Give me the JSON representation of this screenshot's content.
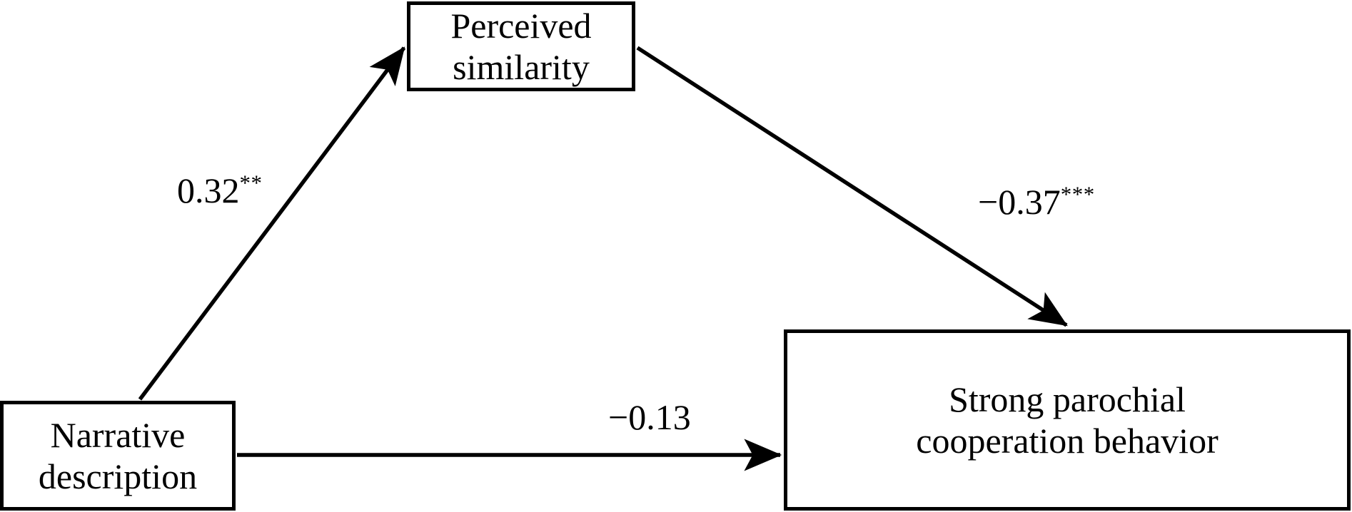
{
  "figure": {
    "type": "path-diagram",
    "background_color": "#ffffff",
    "stroke_color": "#000000",
    "nodes": [
      {
        "id": "mediator",
        "lines": [
          "Perceived",
          "similarity"
        ],
        "line1": "Perceived",
        "line2": "similarity"
      },
      {
        "id": "predictor",
        "lines": [
          "Narrative",
          "description"
        ],
        "line1": "Narrative",
        "line2": "description"
      },
      {
        "id": "outcome",
        "lines": [
          "Strong parochial",
          "cooperation behavior"
        ],
        "line1": "Strong parochial",
        "line2": "cooperation behavior"
      }
    ],
    "edges": [
      {
        "id": "a-path",
        "from": "predictor",
        "to": "mediator",
        "coefficient": "0.32",
        "significance": "**",
        "full_label": "0.32**"
      },
      {
        "id": "b-path",
        "from": "mediator",
        "to": "outcome",
        "coefficient": "−0.37",
        "significance": "***",
        "full_label": "−0.37***"
      },
      {
        "id": "c-path",
        "from": "predictor",
        "to": "outcome",
        "coefficient": "−0.13",
        "significance": "",
        "full_label": "−0.13"
      }
    ]
  }
}
